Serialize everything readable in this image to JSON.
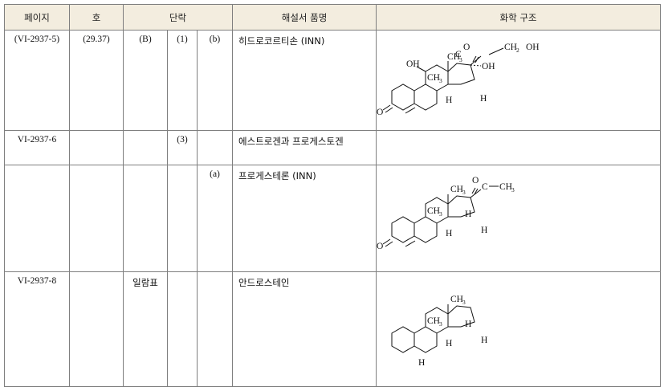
{
  "headers": {
    "page": "페이지",
    "number": "호",
    "paragraph": "단락",
    "product_name": "해설서 품명",
    "structure": "화학 구조"
  },
  "rows": [
    {
      "page": "(VI-2937-5)",
      "number": "(29.37)",
      "para1": "(B)",
      "para2": "(1)",
      "para3": "(b)",
      "name": "히드로코르티손 (INN)"
    },
    {
      "page": "VI-2937-6",
      "number": "",
      "para1": "",
      "para2": "(3)",
      "para3": "",
      "name": "에스트로겐과 프로게스토겐"
    },
    {
      "page": "",
      "number": "",
      "para1": "",
      "para2": "",
      "para3": "(a)",
      "name": "프로게스테론 (INN)"
    },
    {
      "page": "VI-2937-8",
      "number": "",
      "para1": "일람표",
      "para2": "",
      "para3": "",
      "name": "안드로스테인"
    }
  ],
  "structure_labels": {
    "ch3": "CH",
    "sub3": "3",
    "h": "H",
    "o": "O",
    "oh": "OH",
    "ch2": "CH",
    "sub2": "2",
    "c": "C",
    "dash": "—"
  }
}
